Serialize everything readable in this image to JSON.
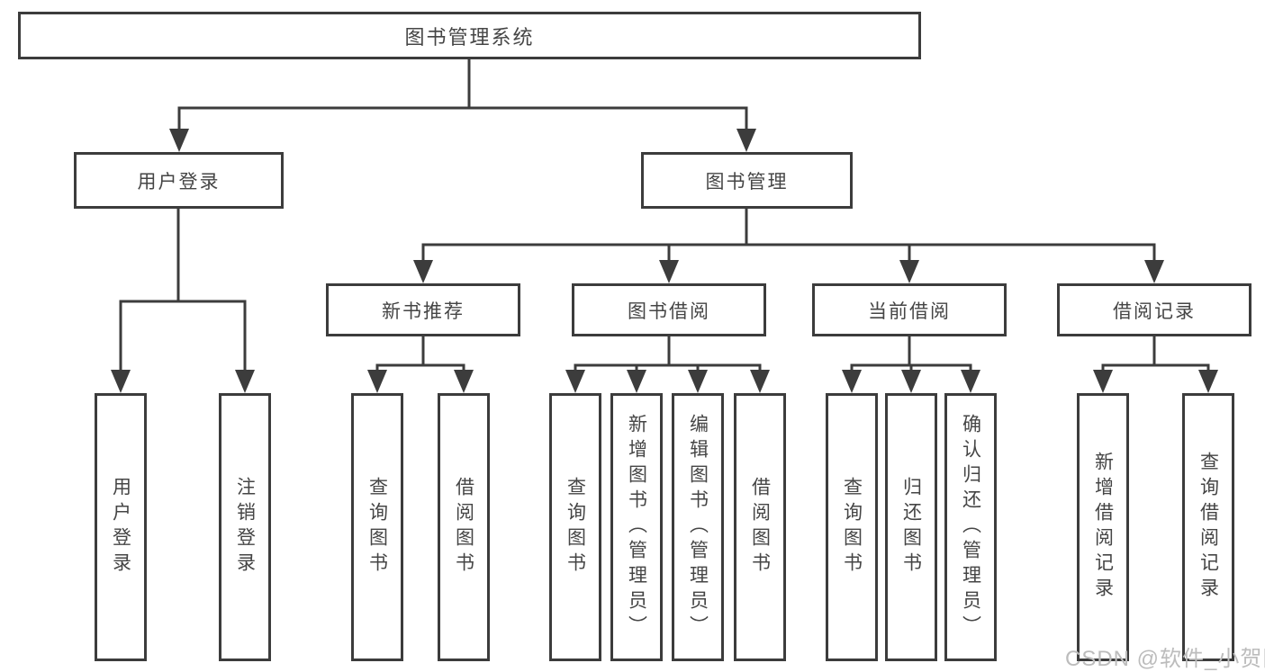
{
  "diagram": {
    "root": {
      "label": "图书管理系统"
    },
    "level2": [
      {
        "label": "用户登录"
      },
      {
        "label": "图书管理"
      }
    ],
    "level3": [
      {
        "label": "新书推荐"
      },
      {
        "label": "图书借阅"
      },
      {
        "label": "当前借阅"
      },
      {
        "label": "借阅记录"
      }
    ],
    "leaves": {
      "user": [
        "用户登录",
        "注销登录"
      ],
      "recommend": [
        "查询图书",
        "借阅图书"
      ],
      "borrow": [
        "查询图书",
        "新增图书（管理员）",
        "编辑图书（管理员）",
        "借阅图书"
      ],
      "current": [
        "查询图书",
        "归还图书",
        "确认归还（管理员）"
      ],
      "records": [
        "新增借阅记录",
        "查询借阅记录"
      ]
    },
    "watermark": "CSDN @软件_小贺同学",
    "colors": {
      "line": "#3c3c3c",
      "text": "#454545",
      "watermark": "#bcbcbc",
      "background": "#ffffff"
    }
  }
}
